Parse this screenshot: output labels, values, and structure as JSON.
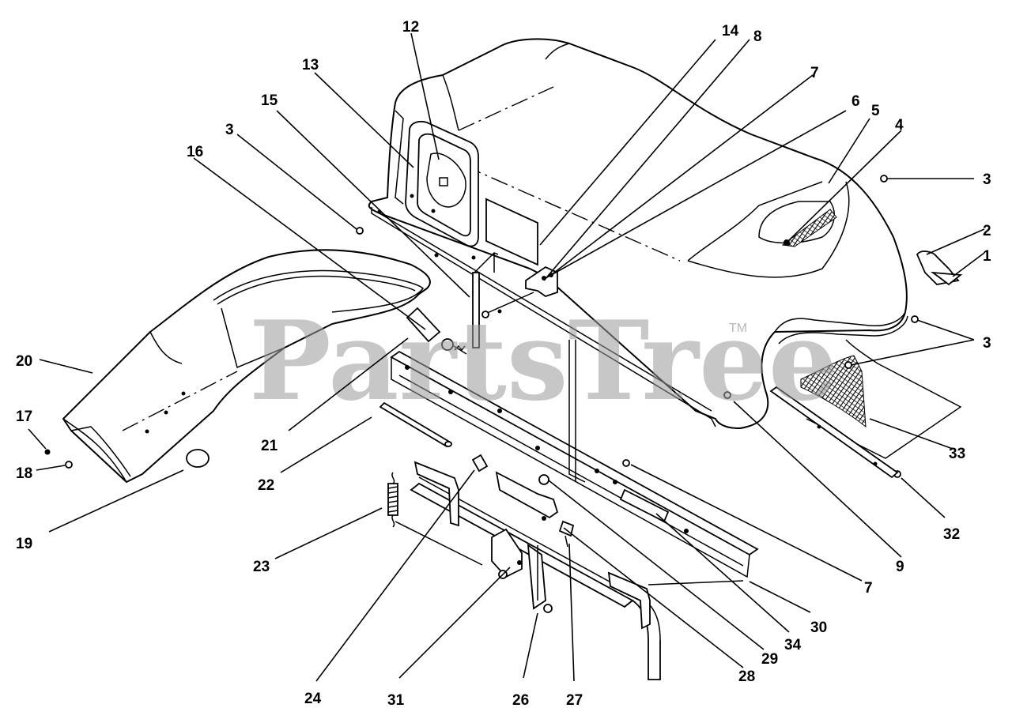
{
  "watermark": {
    "text": "PartsTree",
    "trademark": "TM"
  },
  "callouts": [
    {
      "id": "c1",
      "label": "1"
    },
    {
      "id": "c2",
      "label": "2"
    },
    {
      "id": "c3a",
      "label": "3"
    },
    {
      "id": "c3b",
      "label": "3"
    },
    {
      "id": "c3c",
      "label": "3"
    },
    {
      "id": "c4",
      "label": "4"
    },
    {
      "id": "c5",
      "label": "5"
    },
    {
      "id": "c6",
      "label": "6"
    },
    {
      "id": "c7a",
      "label": "7"
    },
    {
      "id": "c7b",
      "label": "7"
    },
    {
      "id": "c8",
      "label": "8"
    },
    {
      "id": "c9",
      "label": "9"
    },
    {
      "id": "c12",
      "label": "12"
    },
    {
      "id": "c13",
      "label": "13"
    },
    {
      "id": "c14",
      "label": "14"
    },
    {
      "id": "c15",
      "label": "15"
    },
    {
      "id": "c16",
      "label": "16"
    },
    {
      "id": "c17",
      "label": "17"
    },
    {
      "id": "c18",
      "label": "18"
    },
    {
      "id": "c19",
      "label": "19"
    },
    {
      "id": "c20",
      "label": "20"
    },
    {
      "id": "c21",
      "label": "21"
    },
    {
      "id": "c22",
      "label": "22"
    },
    {
      "id": "c23",
      "label": "23"
    },
    {
      "id": "c24",
      "label": "24"
    },
    {
      "id": "c26",
      "label": "26"
    },
    {
      "id": "c27",
      "label": "27"
    },
    {
      "id": "c28",
      "label": "28"
    },
    {
      "id": "c29",
      "label": "29"
    },
    {
      "id": "c30",
      "label": "30"
    },
    {
      "id": "c31",
      "label": "31"
    },
    {
      "id": "c32",
      "label": "32"
    },
    {
      "id": "c33",
      "label": "33"
    },
    {
      "id": "c34",
      "label": "34"
    },
    {
      "id": "c3d",
      "label": "3"
    }
  ]
}
